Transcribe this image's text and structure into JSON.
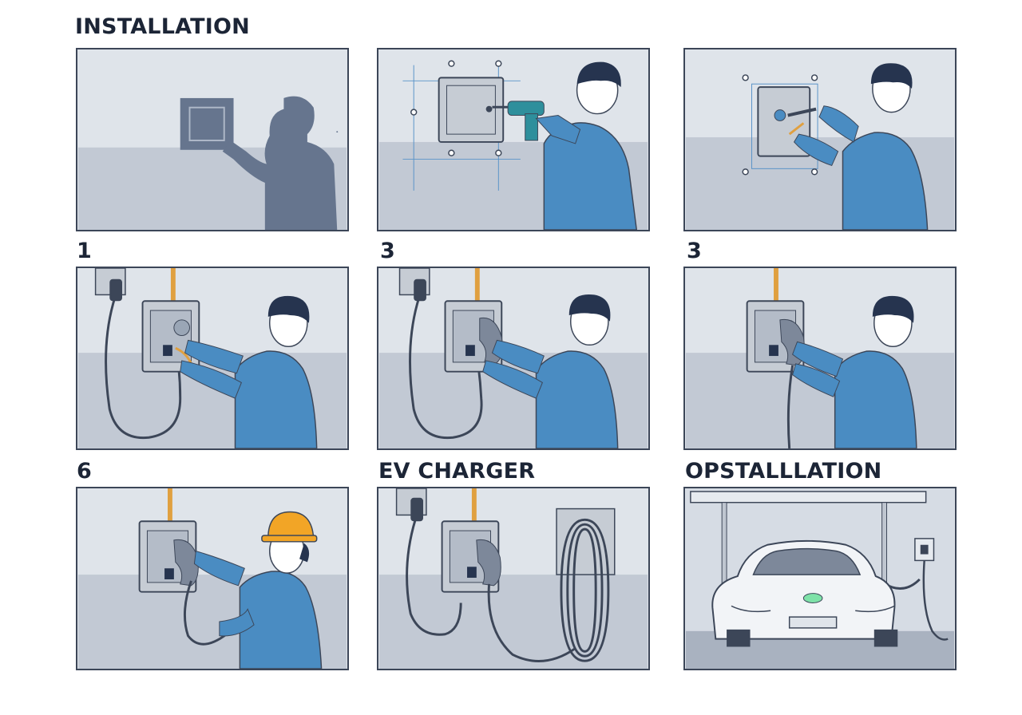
{
  "heading": "INSTALLATION",
  "step_labels": {
    "row2_col1": "1",
    "row2_col2": "3",
    "row2_col3": "3",
    "row3_col1": "6",
    "row3_col2": "EV CHARGER",
    "row3_col3": "OPSTALLLATION"
  },
  "colors": {
    "ink": "#1c2536",
    "shirt": "#4a8cc2",
    "wall": "#dfe4ea",
    "floor": "#c4cbd6",
    "helmet": "#f2a526",
    "silhouette": "#66758e",
    "charger_glow": "#7ee2a8"
  },
  "icons": [
    "mounting-plate-icon",
    "drill-icon",
    "screwdriver-icon",
    "charger-unit-icon",
    "cable-coil-icon",
    "hard-hat-icon",
    "car-icon",
    "carport-icon"
  ]
}
